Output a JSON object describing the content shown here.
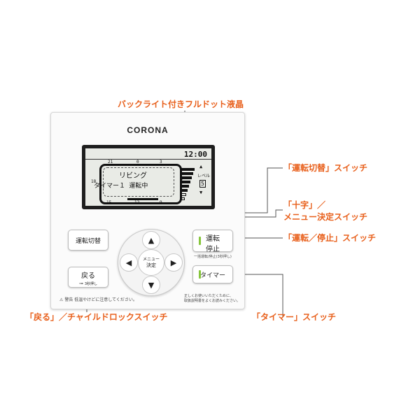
{
  "callouts": {
    "backlight_lcd": "バックライト付きフルドット液晶",
    "mode_switch": "「運転切替」スイッチ",
    "cross_menu_switch_line1": "「十字」／",
    "cross_menu_switch_line2": "メニュー決定スイッチ",
    "run_stop_switch": "「運転／停止」スイッチ",
    "back_childlock_switch": "「戻る」／チャイルドロックスイッチ",
    "timer_switch": "「タイマー」スイッチ"
  },
  "remote": {
    "brand": "CORONA",
    "lcd": {
      "clock": "12:00",
      "room": "リビング",
      "status": "タイマー１ 運転中",
      "level_label": "レベル",
      "level_value": "5",
      "ticks_top": [
        "21",
        "0",
        "3"
      ],
      "ticks_side": [
        "18",
        "6"
      ],
      "ticks_bottom": [
        "15",
        "12",
        "9"
      ],
      "level": 0.8
    },
    "buttons": {
      "mode_switch": "運転切替",
      "run_stop_line1": "運転",
      "run_stop_line2": "停止",
      "run_stop_note": "一括運転/停止(3秒押し)",
      "menu_line1": "メニュー",
      "menu_line2": "決定",
      "timer": "タイマー",
      "back": "戻る",
      "back_note": "3秒押し"
    },
    "warning": {
      "label": "警告",
      "text": "低温やけどに注意してください。"
    },
    "instruction_line1": "正しくお使いいただくために、",
    "instruction_line2": "取扱説明書をよくお読みください。"
  },
  "colors": {
    "callout": "#e8601c",
    "led": "#86c63c"
  },
  "icons": {
    "up": "arrow-up-icon",
    "down": "arrow-down-icon",
    "left": "arrow-left-icon",
    "right": "arrow-right-icon",
    "childlock": "key-icon",
    "warning": "warning-triangle-icon"
  }
}
